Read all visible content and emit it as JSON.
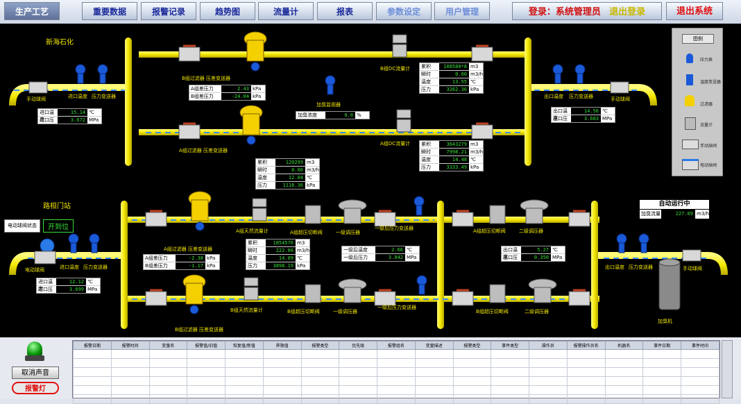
{
  "nav": {
    "items": [
      "生产工艺",
      "重要数据",
      "报警记录",
      "趋势图",
      "流量计",
      "报表",
      "参数设定",
      "用户管理"
    ],
    "login": "登录：系统管理员",
    "logout": "退出登录",
    "exit": "退出系统"
  },
  "sections": {
    "top": "新海石化",
    "bottom": "路桓门站"
  },
  "labels": {
    "manual_valve": "手动球阀",
    "inlet_temp": "进口温度",
    "pressure_tx": "压力变送器",
    "outlet_temp": "出口温度",
    "a_filter": "A组过滤器 压差变送器",
    "a_filter2": "A组过滤器 压差变送器",
    "b_filter": "B组过滤器 压差变送器",
    "b_filter_bottom": "B组过滤器 压差变送器",
    "b_flowmeter": "B组DC流量计",
    "a_flowmeter": "A组DC流量计",
    "odor_monitor": "加臭监视器",
    "a_ultrasonic": "A组天然流量计",
    "b_ultrasonic": "B组天然流量计",
    "a_shutoff": "A组超压切断阀",
    "b_shutoff": "B组超压切断阀",
    "first_reg": "一级调压器",
    "first_reg_b": "一级调压器",
    "after_first_tx": "一级后压力变送器",
    "after_first_tx_b": "一级后压力变送器",
    "a_shutoff2": "A组超压切断阀",
    "b_shutoff2": "B组超压切断阀",
    "second_reg": "二级调压器",
    "second_reg_b": "二级调压器",
    "electric_valve": "电动球阀",
    "odorizer": "加臭机",
    "inlet_temp2": "进口温度",
    "pressure_tx2": "压力变送器",
    "outlet_temp2": "出口温度",
    "pressure_tx3": "压力变送器",
    "manual_valve2": "手动球阀",
    "manual_valve3": "手动球阀"
  },
  "readouts": {
    "top_in": [
      {
        "k": "进口温度",
        "v": "15.14",
        "u": "℃"
      },
      {
        "k": "进口压力",
        "v": "3.672",
        "u": "MPa"
      }
    ],
    "top_filter_a": [
      {
        "k": "A组差压力",
        "v": "2.43",
        "u": "kPa"
      },
      {
        "k": "B组差压力",
        "v": "-24.04",
        "u": "kPa"
      }
    ],
    "top_flow_a": [
      {
        "k": "累积",
        "v": "108580*8",
        "u": "m3"
      },
      {
        "k": "瞬时",
        "v": "0.00",
        "u": "m3/h"
      },
      {
        "k": "温度",
        "v": "13.55",
        "u": "℃"
      },
      {
        "k": "压力",
        "v": "3262.36",
        "u": "kPa"
      }
    ],
    "odor_conc": [
      {
        "k": "加臭浓度",
        "v": "0.0",
        "u": "%"
      }
    ],
    "top_out": [
      {
        "k": "出口温度",
        "v": "14.56",
        "u": "℃"
      },
      {
        "k": "出口压力",
        "v": "3.683",
        "u": "MPa"
      }
    ],
    "top_flow_b": [
      {
        "k": "累积",
        "v": "3643279",
        "u": "m3"
      },
      {
        "k": "瞬时",
        "v": "7998.21",
        "u": "m3/h"
      },
      {
        "k": "温度",
        "v": "14.48",
        "u": "℃"
      },
      {
        "k": "压力",
        "v": "3333.49",
        "u": "kPa"
      }
    ],
    "mid_flow": [
      {
        "k": "累积",
        "v": "120299",
        "u": "m3"
      },
      {
        "k": "瞬时",
        "v": "0.00",
        "u": "m3/h"
      },
      {
        "k": "温度",
        "v": "12.04",
        "u": "℃"
      },
      {
        "k": "压力",
        "v": "1118.36",
        "u": "kPa"
      }
    ],
    "bot_filter": [
      {
        "k": "A组差压力",
        "v": "-2.38",
        "u": "kPa"
      },
      {
        "k": "B组差压力",
        "v": "-1.17",
        "u": "kPa"
      }
    ],
    "bot_flow": [
      {
        "k": "累积",
        "v": "1854576",
        "u": "m3"
      },
      {
        "k": "瞬时",
        "v": "222.00",
        "u": "m3/h"
      },
      {
        "k": "温度",
        "v": "14.09",
        "u": "℃"
      },
      {
        "k": "压力",
        "v": "3898.19",
        "u": "kPa"
      }
    ],
    "first_stage": [
      {
        "k": "一级后温度",
        "v": "2.66",
        "u": "℃"
      },
      {
        "k": "一级后压力",
        "v": "3.042",
        "u": "MPa"
      }
    ],
    "bot_out": [
      {
        "k": "出口温度",
        "v": "5.27",
        "u": "℃"
      },
      {
        "k": "出口压力",
        "v": "0.350",
        "u": "MPa"
      }
    ],
    "bot_in": [
      {
        "k": "进口温度",
        "v": "12.12",
        "u": "℃"
      },
      {
        "k": "进口压力",
        "v": "3.699",
        "u": "MPa"
      }
    ]
  },
  "valve_status": {
    "label": "电动球阀状态",
    "value": "开到位"
  },
  "auto_run": {
    "title": "自动运行中",
    "k": "加臭流量",
    "v": "227.09",
    "u": "m3/h"
  },
  "legend": {
    "title": "图例",
    "items": [
      "压力表",
      "温度变送器",
      "过滤器",
      "流量计",
      "手动球阀",
      "电动球阀"
    ]
  },
  "alarm": {
    "headers": [
      "报警日期",
      "报警时间",
      "变量名",
      "报警值/旧值",
      "恢复值/新值",
      "界限值",
      "报警类型",
      "优先级",
      "报警组名",
      "变量描述",
      "报警类型",
      "事件类型",
      "操作员",
      "报警操作员名",
      "机器名",
      "事件日期",
      "事件时间"
    ],
    "rows": 6
  },
  "buttons": {
    "mute": "取消声音",
    "lamp": "报警灯"
  }
}
